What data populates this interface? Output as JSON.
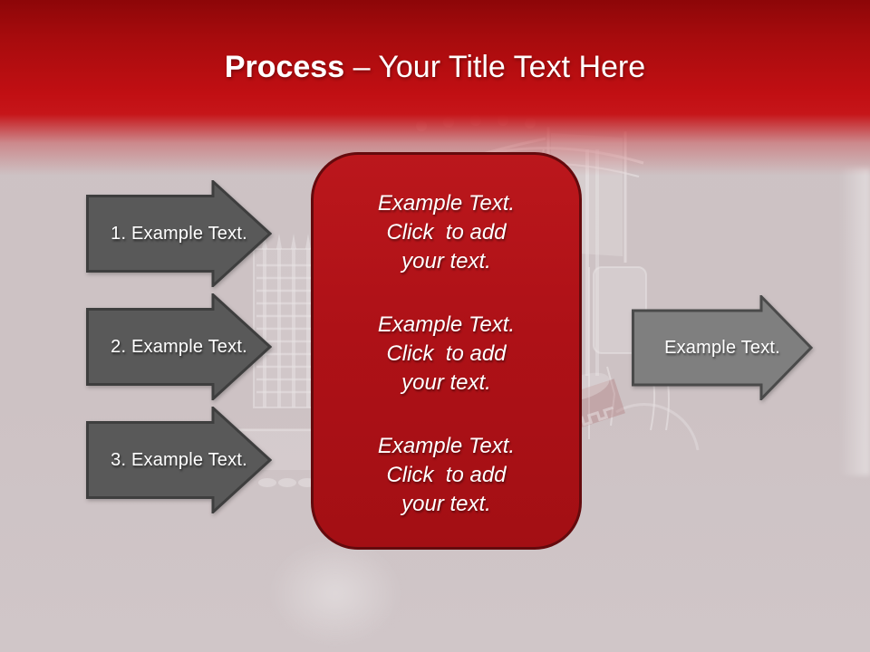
{
  "slide_title": {
    "emphasis": "Process",
    "rest": "– Your Title Text Here"
  },
  "left_arrows": [
    {
      "label": "1. Example Text."
    },
    {
      "label": "2. Example Text."
    },
    {
      "label": "3. Example Text."
    }
  ],
  "right_arrow": {
    "label": "Example Text."
  },
  "text_box": {
    "paragraphs": [
      "Example Text.\nClick  to add\nyour text.",
      "Example Text.\nClick  to add\nyour text.",
      "Example Text.\nClick  to add\nyour text."
    ]
  },
  "background": {
    "watermark": "semi-truck-front-photo-ghosted"
  },
  "colors": {
    "header_top": "#8d0608",
    "header_red": "#c10f13",
    "background_gray": "#cdc3c5",
    "callout_fill": "#ae1117",
    "callout_border": "#640a0d",
    "left_arrow_fill": "#595959",
    "left_arrow_border": "#3e3e3e",
    "right_arrow_fill": "#7f7f7f",
    "right_arrow_border": "#4a4a4a",
    "text": "#ffffff"
  }
}
